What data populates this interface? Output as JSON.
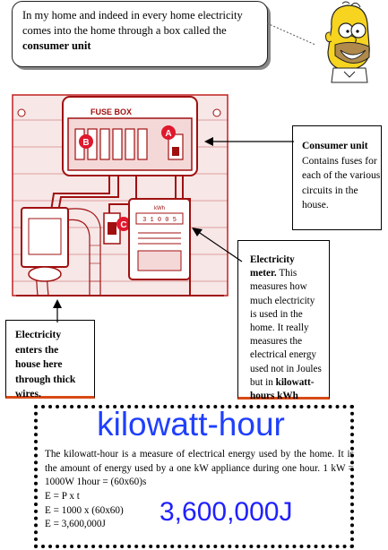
{
  "intro": {
    "text_part1": "In my home and indeed in every home electricity comes into the home through a box called the ",
    "text_bold": "consumer unit"
  },
  "diagram": {
    "fuse_box_label": "FUSE BOX",
    "marker_a": "A",
    "marker_b": "B",
    "marker_c": "C",
    "meter_kwh_label": "kWh",
    "meter_digits": "3 1 0 0 5"
  },
  "consumer_unit": {
    "title": "Consumer unit",
    "text": "Contains fuses for each of the various circuits in the house."
  },
  "meter": {
    "title": "Electricity meter.",
    "text": "This measures how much electricity is used in the home. It really measures the electrical energy used not in Joules but in",
    "bold": "kilowatt-hours kWh"
  },
  "enters": {
    "text": "Electricity enters the house here through thick wires."
  },
  "kwh": {
    "title": "kilowatt-hour",
    "paragraph": "The kilowatt-hour is a measure of electrical energy used by the home. It is the amount of energy used by a one kW appliance during one hour. 1 kW = 1000W  1hour = (60x60)s",
    "eq1": "E   = P x t",
    "eq2": "E  =  1000 x (60x60)",
    "eq3": "E  = 3,600,000J",
    "big_value": "3,600,000J"
  },
  "colors": {
    "marker_red": "#e0182d",
    "accent_orange": "#d84a16",
    "title_blue": "#1f3fff"
  }
}
